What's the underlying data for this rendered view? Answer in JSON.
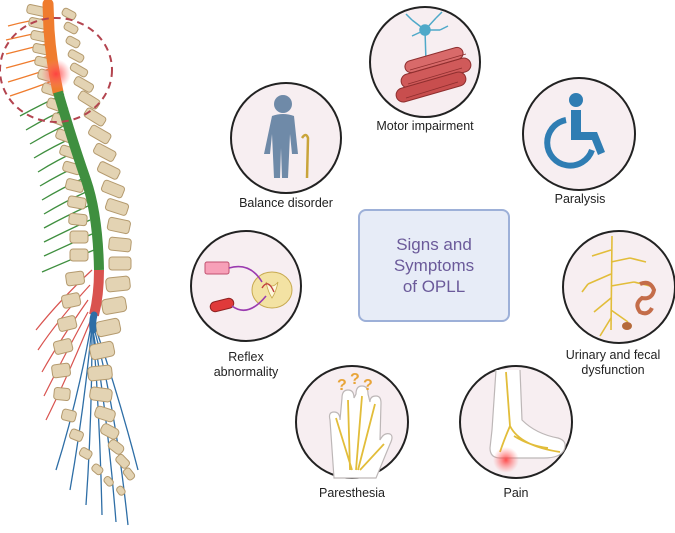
{
  "center": {
    "lines": [
      "Signs and",
      "Symptoms",
      "of OPLL"
    ]
  },
  "symptoms": {
    "motor": "Motor impairment",
    "paralysis": "Paralysis",
    "balance": "Balance disorder",
    "reflex": [
      "Reflex",
      "abnormality"
    ],
    "urinary": [
      "Urinary and fecal",
      "dysfunction"
    ],
    "paresthesia": "Paresthesia",
    "pain": "Pain"
  },
  "colors": {
    "cervical_cord": "#ef7c2e",
    "thoracic_cord": "#3f8f3f",
    "lumbar_cord": "#d9534f",
    "cauda_equina": "#2e6ea6",
    "vertebra": "#e3d3b3",
    "circle_fill": "#f7eef1",
    "center_fill": "#e7ecf7",
    "center_text": "#6b5a9a",
    "nerve_yellow": "#e2bd3a",
    "wheelchair": "#2f7db3",
    "figure": "#6f8aa8"
  }
}
